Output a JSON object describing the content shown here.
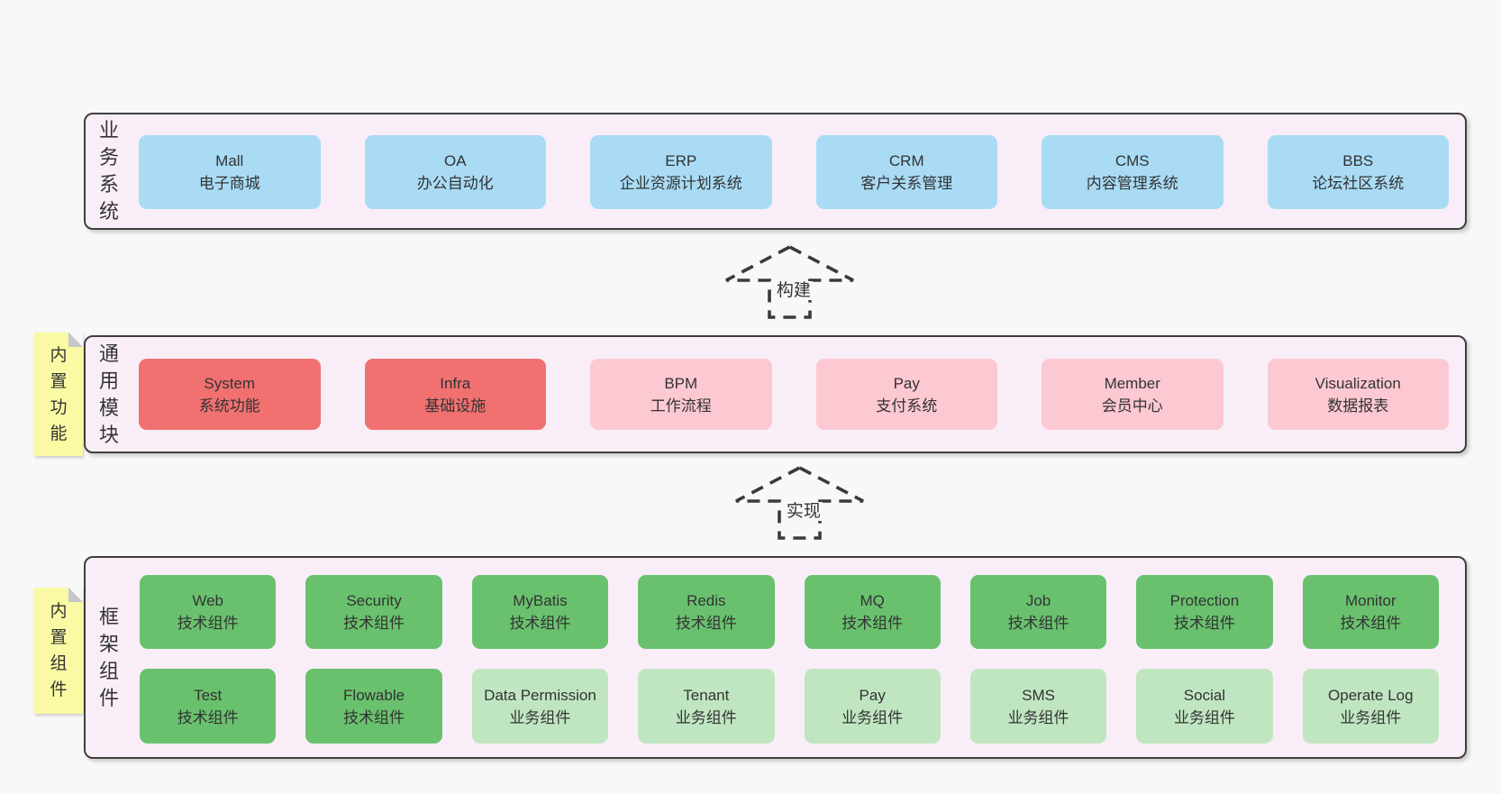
{
  "colors": {
    "page_background": "#f8f8f8",
    "layer_fill": "#f9eef7",
    "layer_border": "#3f3f3f",
    "box_blue": "#a9dbf5",
    "box_red": "#f07170",
    "box_pink": "#fcc8d2",
    "box_green": "#69c16e",
    "box_light_green": "#c0e6c1",
    "note_yellow": "#fafaa4",
    "text": "#333333"
  },
  "arrows": [
    {
      "label": "构建"
    },
    {
      "label": "实现"
    }
  ],
  "notes": [
    {
      "label": "内置功能"
    },
    {
      "label": "内置组件"
    }
  ],
  "layers": [
    {
      "id": "business",
      "label": "业务系统",
      "boxes": [
        {
          "en": "Mall",
          "zh": "电子商城",
          "color": "blue"
        },
        {
          "en": "OA",
          "zh": "办公自动化",
          "color": "blue"
        },
        {
          "en": "ERP",
          "zh": "企业资源计划系统",
          "color": "blue"
        },
        {
          "en": "CRM",
          "zh": "客户关系管理",
          "color": "blue"
        },
        {
          "en": "CMS",
          "zh": "内容管理系统",
          "color": "blue"
        },
        {
          "en": "BBS",
          "zh": "论坛社区系统",
          "color": "blue"
        }
      ]
    },
    {
      "id": "modules",
      "label": "通用模块",
      "boxes": [
        {
          "en": "System",
          "zh": "系统功能",
          "color": "red"
        },
        {
          "en": "Infra",
          "zh": "基础设施",
          "color": "red"
        },
        {
          "en": "BPM",
          "zh": "工作流程",
          "color": "pink"
        },
        {
          "en": "Pay",
          "zh": "支付系统",
          "color": "pink"
        },
        {
          "en": "Member",
          "zh": "会员中心",
          "color": "pink"
        },
        {
          "en": "Visualization",
          "zh": "数据报表",
          "color": "pink"
        }
      ]
    },
    {
      "id": "components",
      "label": "框架组件",
      "rows": [
        [
          {
            "en": "Web",
            "zh": "技术组件",
            "color": "green"
          },
          {
            "en": "Security",
            "zh": "技术组件",
            "color": "green"
          },
          {
            "en": "MyBatis",
            "zh": "技术组件",
            "color": "green"
          },
          {
            "en": "Redis",
            "zh": "技术组件",
            "color": "green"
          },
          {
            "en": "MQ",
            "zh": "技术组件",
            "color": "green"
          },
          {
            "en": "Job",
            "zh": "技术组件",
            "color": "green"
          },
          {
            "en": "Protection",
            "zh": "技术组件",
            "color": "green"
          },
          {
            "en": "Monitor",
            "zh": "技术组件",
            "color": "green"
          }
        ],
        [
          {
            "en": "Test",
            "zh": "技术组件",
            "color": "green"
          },
          {
            "en": "Flowable",
            "zh": "技术组件",
            "color": "green"
          },
          {
            "en": "Data Permission",
            "zh": "业务组件",
            "color": "lightgreen"
          },
          {
            "en": "Tenant",
            "zh": "业务组件",
            "color": "lightgreen"
          },
          {
            "en": "Pay",
            "zh": "业务组件",
            "color": "lightgreen"
          },
          {
            "en": "SMS",
            "zh": "业务组件",
            "color": "lightgreen"
          },
          {
            "en": "Social",
            "zh": "业务组件",
            "color": "lightgreen"
          },
          {
            "en": "Operate Log",
            "zh": "业务组件",
            "color": "lightgreen"
          }
        ]
      ]
    }
  ]
}
